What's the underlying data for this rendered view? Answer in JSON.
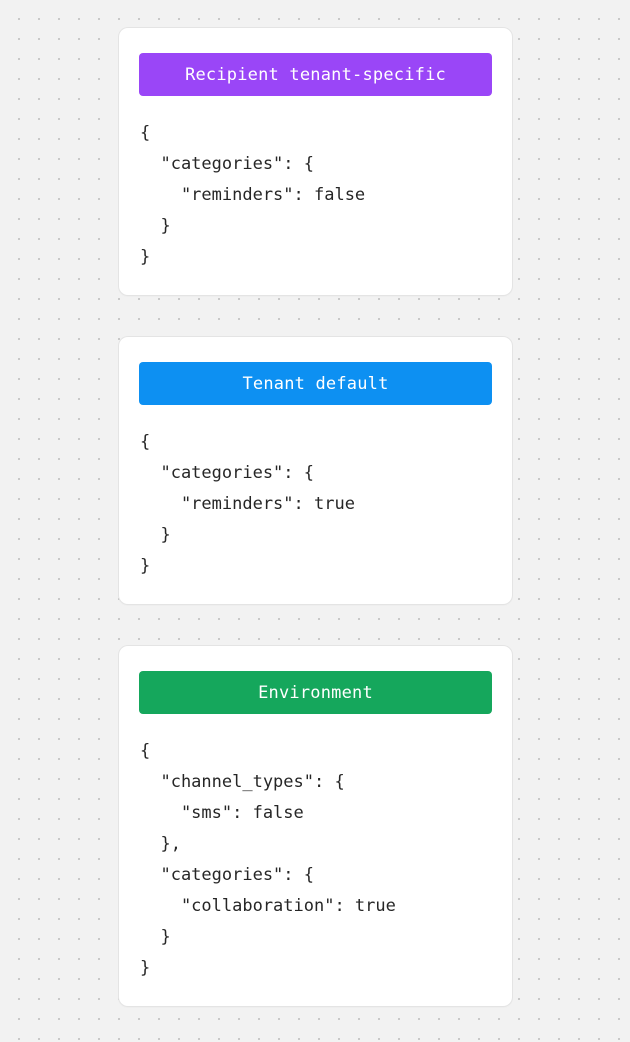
{
  "page": {
    "background_color": "#f2f2f2",
    "dot_color": "#c9c9c9",
    "card_background": "#ffffff"
  },
  "cards": [
    {
      "badge_label": "Recipient tenant-specific",
      "badge_color": "#9a46f7",
      "code": "{\n  \"categories\": {\n    \"reminders\": false\n  }\n}"
    },
    {
      "badge_label": "Tenant default",
      "badge_color": "#0d90f2",
      "code": "{\n  \"categories\": {\n    \"reminders\": true\n  }\n}"
    },
    {
      "badge_label": "Environment",
      "badge_color": "#15a75c",
      "code": "{\n  \"channel_types\": {\n    \"sms\": false\n  },\n  \"categories\": {\n    \"collaboration\": true\n  }\n}"
    }
  ]
}
